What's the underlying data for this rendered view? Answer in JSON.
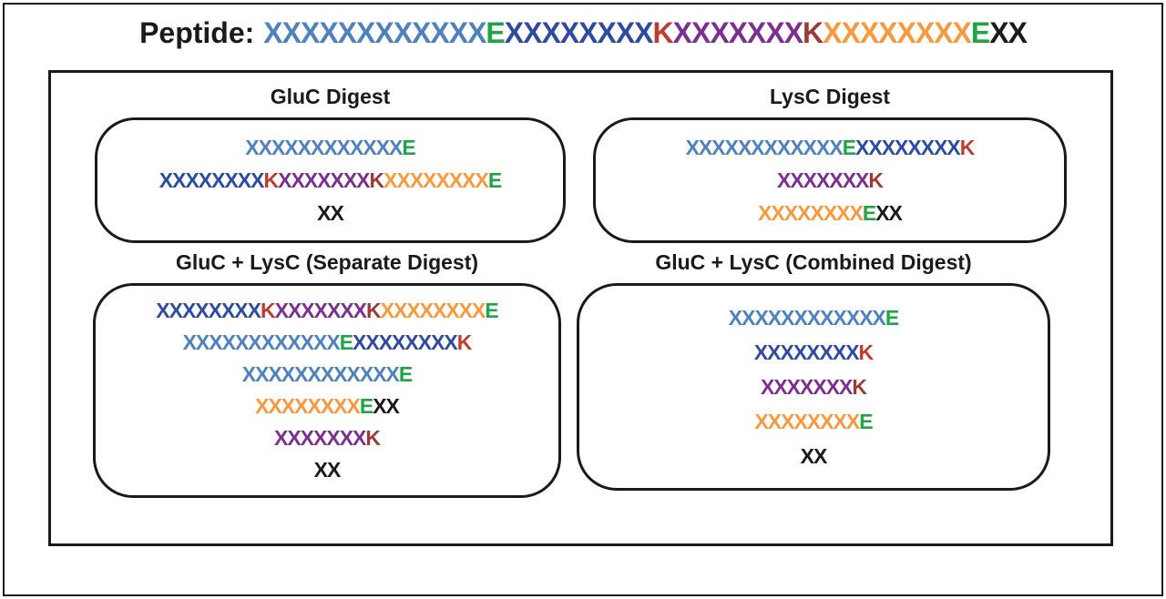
{
  "colors": {
    "lightblue": "#4F81BD",
    "darkblue": "#2E4B9E",
    "green": "#22A346",
    "red": "#BE3B32",
    "maroon": "#9C3A38",
    "purple": "#7B2F8E",
    "orange": "#F79940",
    "black": "#1a1a1a"
  },
  "peptide": {
    "label": "Peptide:",
    "segments": [
      {
        "text": "XXXXXXXXXXXX",
        "color": "lightblue"
      },
      {
        "text": "E",
        "color": "green"
      },
      {
        "text": "XXXXXXXX",
        "color": "darkblue"
      },
      {
        "text": "K",
        "color": "red"
      },
      {
        "text": "XXXXXXX",
        "color": "purple"
      },
      {
        "text": "K",
        "color": "maroon"
      },
      {
        "text": "XXXXXXXX",
        "color": "orange"
      },
      {
        "text": "E",
        "color": "green"
      },
      {
        "text": "XX",
        "color": "black"
      }
    ]
  },
  "panels": [
    {
      "title": "GluC Digest",
      "rows": [
        [
          {
            "text": "XXXXXXXXXXXX",
            "color": "lightblue"
          },
          {
            "text": "E",
            "color": "green"
          }
        ],
        [
          {
            "text": "XXXXXXXX",
            "color": "darkblue"
          },
          {
            "text": "K",
            "color": "red"
          },
          {
            "text": "XXXXXXX",
            "color": "purple"
          },
          {
            "text": "K",
            "color": "maroon"
          },
          {
            "text": "XXXXXXXX",
            "color": "orange"
          },
          {
            "text": "E",
            "color": "green"
          }
        ],
        [
          {
            "text": "XX",
            "color": "black"
          }
        ]
      ]
    },
    {
      "title": "LysC Digest",
      "rows": [
        [
          {
            "text": "XXXXXXXXXXXX",
            "color": "lightblue"
          },
          {
            "text": "E",
            "color": "green"
          },
          {
            "text": "XXXXXXXX",
            "color": "darkblue"
          },
          {
            "text": "K",
            "color": "red"
          }
        ],
        [
          {
            "text": "XXXXXXX",
            "color": "purple"
          },
          {
            "text": "K",
            "color": "maroon"
          }
        ],
        [
          {
            "text": "XXXXXXXX",
            "color": "orange"
          },
          {
            "text": "E",
            "color": "green"
          },
          {
            "text": "XX",
            "color": "black"
          }
        ]
      ]
    },
    {
      "title": "GluC + LysC (Separate Digest)",
      "rows": [
        [
          {
            "text": "XXXXXXXX",
            "color": "darkblue"
          },
          {
            "text": "K",
            "color": "red"
          },
          {
            "text": "XXXXXXX",
            "color": "purple"
          },
          {
            "text": "K",
            "color": "maroon"
          },
          {
            "text": "XXXXXXXX",
            "color": "orange"
          },
          {
            "text": "E",
            "color": "green"
          }
        ],
        [
          {
            "text": "XXXXXXXXXXXX",
            "color": "lightblue"
          },
          {
            "text": "E",
            "color": "green"
          },
          {
            "text": "XXXXXXXX",
            "color": "darkblue"
          },
          {
            "text": "K",
            "color": "red"
          }
        ],
        [
          {
            "text": "XXXXXXXXXXXX",
            "color": "lightblue"
          },
          {
            "text": "E",
            "color": "green"
          }
        ],
        [
          {
            "text": "XXXXXXXX",
            "color": "orange"
          },
          {
            "text": "E",
            "color": "green"
          },
          {
            "text": "XX",
            "color": "black"
          }
        ],
        [
          {
            "text": "XXXXXXX",
            "color": "purple"
          },
          {
            "text": "K",
            "color": "maroon"
          }
        ],
        [
          {
            "text": "XX",
            "color": "black"
          }
        ]
      ]
    },
    {
      "title": "GluC + LysC (Combined Digest)",
      "rows": [
        [
          {
            "text": "XXXXXXXXXXXX",
            "color": "lightblue"
          },
          {
            "text": "E",
            "color": "green"
          }
        ],
        [
          {
            "text": "XXXXXXXX",
            "color": "darkblue"
          },
          {
            "text": "K",
            "color": "red"
          }
        ],
        [
          {
            "text": "XXXXXXX",
            "color": "purple"
          },
          {
            "text": "K",
            "color": "maroon"
          }
        ],
        [
          {
            "text": "XXXXXXXX",
            "color": "orange"
          },
          {
            "text": "E",
            "color": "green"
          }
        ],
        [
          {
            "text": "XX",
            "color": "black"
          }
        ]
      ]
    }
  ]
}
